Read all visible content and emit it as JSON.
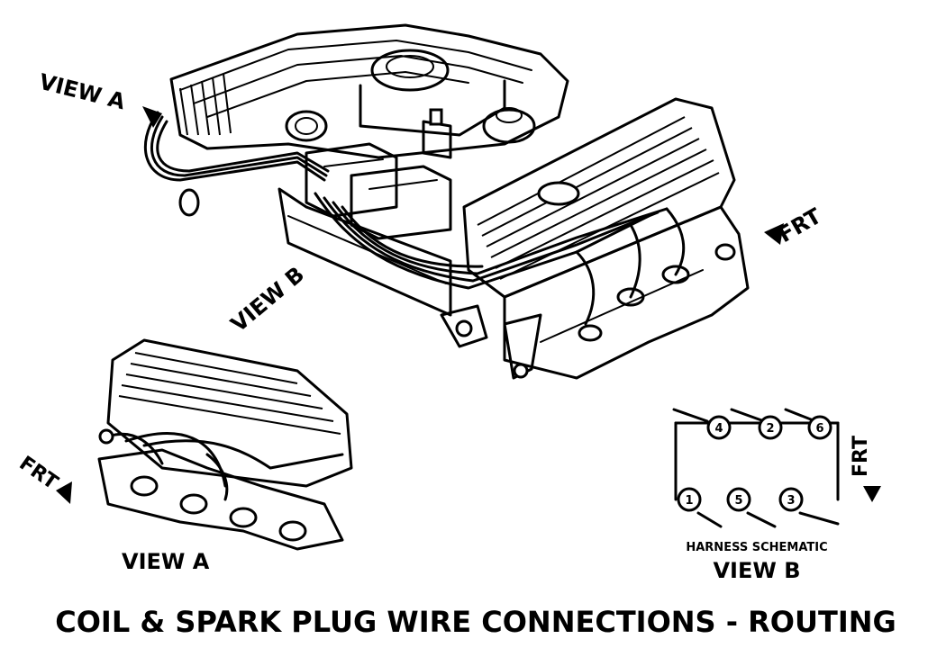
{
  "labels": {
    "view_a_top": "VIEW A",
    "view_b_main": "VIEW B",
    "frt_top": "FRT",
    "frt_left": "FRT",
    "frt_right": "FRT",
    "view_a_bottom": "VIEW A",
    "harness_schematic": "HARNESS SCHEMATIC",
    "view_b_bottom": "VIEW B",
    "title": "COIL & SPARK PLUG WIRE CONNECTIONS - ROUTING"
  },
  "cylinders": {
    "top_row": [
      "4",
      "2",
      "6"
    ],
    "bottom_row": [
      "1",
      "5",
      "3"
    ]
  }
}
